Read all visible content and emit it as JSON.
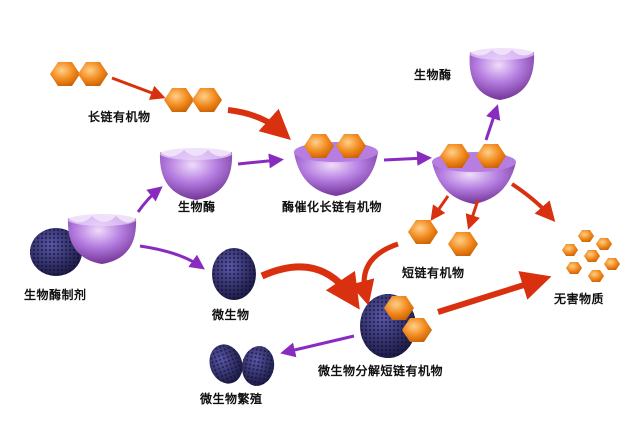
{
  "labels": {
    "long_chain_organics": "长链有机物",
    "bio_enzyme_top": "生物酶",
    "bio_enzyme_mid": "生物酶",
    "enzyme_catalyzed_long_chain": "酶催化长链有机物",
    "bio_enzyme_preparation": "生物酶制剂",
    "short_chain_organics": "短链有机物",
    "microorganism": "微生物",
    "harmless_substance": "无害物质",
    "microbe_decompose_short_chain": "微生物分解短链有机物",
    "microbe_reproduction": "微生物繁殖"
  },
  "colors": {
    "orange": "#f28a1e",
    "orange_light": "#ffb45a",
    "orange_dark": "#c85f06",
    "purple": "#9b55c8",
    "purple_light": "#d8b6f2",
    "purple_dark": "#6a2a8e",
    "arrow_purple": "#8a2bbf",
    "arrow_red": "#d9310f",
    "microbe": "#2d2a66"
  }
}
